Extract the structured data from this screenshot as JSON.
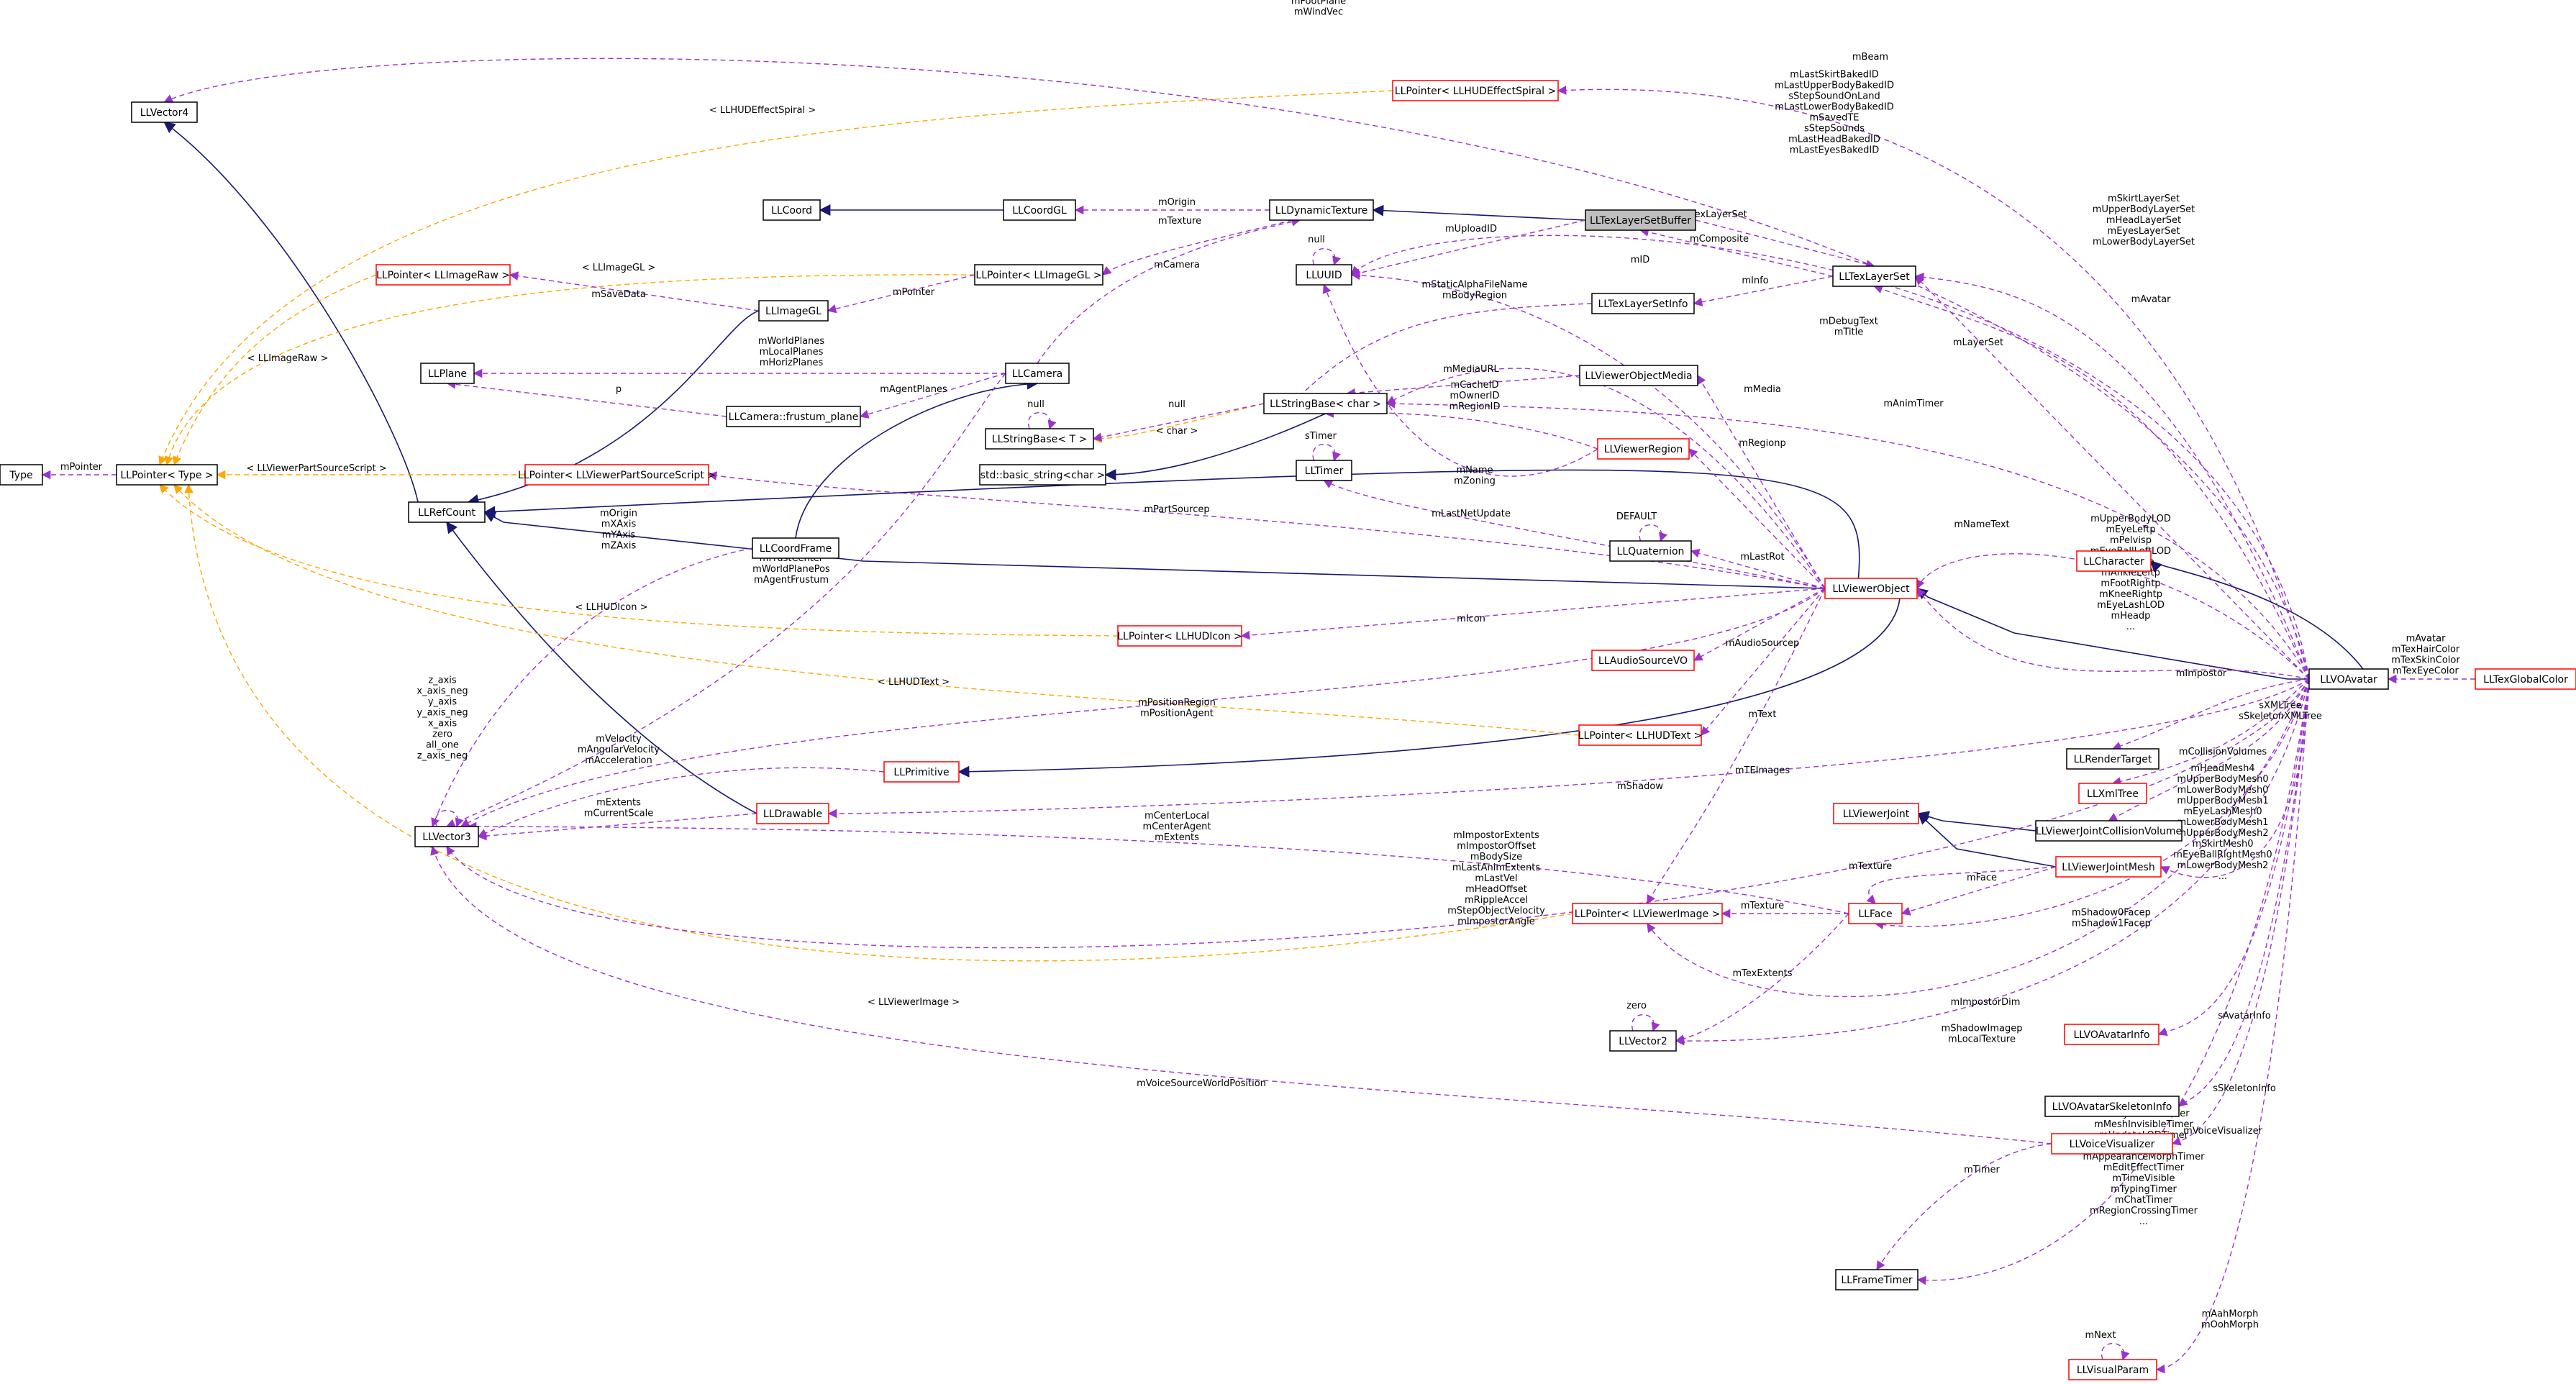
{
  "colors": {
    "inheritance": "#191970",
    "usage": "#9a32cd",
    "template": "#ffa500",
    "documented_border": "#000000",
    "undocumented_border": "#ff0000",
    "highlight_fill": "#bfbfbf"
  },
  "nodes": {
    "LLVector4": "LLVector4",
    "LLPointerHUDEffectSpiral": "LLPointer< LLHUDEffectSpiral >",
    "LLCoord": "LLCoord",
    "LLCoordGL": "LLCoordGL",
    "LLDynamicTexture": "LLDynamicTexture",
    "LLTexLayerSetBuffer": "LLTexLayerSetBuffer",
    "LLUUID": "LLUUID",
    "LLTexLayerSet": "LLTexLayerSet",
    "LLPointerImageGL": "LLPointer< LLImageGL >",
    "LLImageGL": "LLImageGL",
    "LLPointerImageRaw": "LLPointer< LLImageRaw >",
    "LLTexLayerSetInfo": "LLTexLayerSetInfo",
    "LLPlane": "LLPlane",
    "LLCamera": "LLCamera",
    "LLViewerObjectMedia": "LLViewerObjectMedia",
    "LLCameraFrustumPlane": "LLCamera::frustum_plane",
    "LLStringBaseChar": "LLStringBase< char >",
    "LLStringBaseT": "LLStringBase< T >",
    "Type": "Type",
    "LLPointerType": "LLPointer< Type >",
    "LLPointerPartSource": "LLPointer< LLViewerPartSourceScript >",
    "LLViewerRegion": "LLViewerRegion",
    "LLTimer": "LLTimer",
    "StdBasicString": "std::basic_string<char >",
    "LLRefCount": "LLRefCount",
    "LLQuaternion": "LLQuaternion",
    "LLCoordFrame": "LLCoordFrame",
    "LLViewerObject": "LLViewerObject",
    "LLCharacter": "LLCharacter",
    "LLPointerHUDIcon": "LLPointer< LLHUDIcon >",
    "LLAudioSourceVO": "LLAudioSourceVO",
    "LLVOAvatar": "LLVOAvatar",
    "LLTexGlobalColor": "LLTexGlobalColor",
    "LLPointerHUDText": "LLPointer< LLHUDText >",
    "LLRenderTarget": "LLRenderTarget",
    "LLPrimitive": "LLPrimitive",
    "LLXmlTree": "LLXmlTree",
    "LLDrawable": "LLDrawable",
    "LLViewerJoint": "LLViewerJoint",
    "LLVector3": "LLVector3",
    "LLViewerJointCollisionVolume": "LLViewerJointCollisionVolume",
    "LLViewerJointMesh": "LLViewerJointMesh",
    "LLPointerViewerImage": "LLPointer< LLViewerImage >",
    "LLFace": "LLFace",
    "LLVector2": "LLVector2",
    "LLVOAvatarInfo": "LLVOAvatarInfo",
    "LLVOAvatarSkeletonInfo": "LLVOAvatarSkeletonInfo",
    "LLVoiceVisualizer": "LLVoiceVisualizer",
    "LLFrameTimer": "LLFrameTimer",
    "LLVisualParam": "LLVisualParam"
  },
  "edge_labels": {
    "footplane": [
      "mFootPlane",
      "mWindVec"
    ],
    "beam": [
      "mBeam"
    ],
    "hudeffectspiral": [
      "< LLHUDEffectSpiral >"
    ],
    "baked": [
      "mLastSkirtBakedID",
      "mLastUpperBodyBakedID",
      "sStepSoundOnLand",
      "mLastLowerBodyBakedID",
      "mSavedTE",
      "sStepSounds",
      "mLastHeadBakedID",
      "mLastEyesBakedID"
    ],
    "origin": [
      "mOrigin"
    ],
    "texlayerset": [
      "mTexLayerSet"
    ],
    "null_uuid": [
      "null"
    ],
    "uploadid": [
      "mUploadID"
    ],
    "texture": [
      "mTexture"
    ],
    "composite": [
      "mComposite"
    ],
    "layersets": [
      "mSkirtLayerSet",
      "mUpperBodyLayerSet",
      "mHeadLayerSet",
      "mEyesLayerSet",
      "mLowerBodyLayerSet"
    ],
    "imagegl": [
      "< LLImageGL >"
    ],
    "camera": [
      "mCamera"
    ],
    "mid": [
      "mID"
    ],
    "pointer": [
      "mPointer"
    ],
    "info": [
      "mInfo"
    ],
    "avatar_ls": [
      "mAvatar"
    ],
    "savedata": [
      "mSaveData"
    ],
    "staticalpha": [
      "mStaticAlphaFileName",
      "mBodyRegion"
    ],
    "imageraw": [
      "< LLImageRaw >"
    ],
    "worldplanes": [
      "mWorldPlanes",
      "mLocalPlanes",
      "mHorizPlanes"
    ],
    "debugtext": [
      "mDebugText",
      "mTitle"
    ],
    "layerset": [
      "mLayerSet"
    ],
    "mediaurl": [
      "mMediaURL"
    ],
    "media": [
      "mMedia"
    ],
    "null_sb": [
      "null"
    ],
    "null_self": [
      "null"
    ],
    "animtimer": [
      "mAnimTimer"
    ],
    "agentplanes": [
      "mAgentPlanes"
    ],
    "p": [
      "p"
    ],
    "cacheid": [
      "mCacheID",
      "mOwnerID",
      "mRegionID"
    ],
    "char": [
      "< char >"
    ],
    "stimer": [
      "sTimer"
    ],
    "regionp": [
      "mRegionp"
    ],
    "mpointer_type": [
      "mPointer"
    ],
    "partsource": [
      "< LLViewerPartSourceScript >"
    ],
    "name": [
      "mName",
      "mZoning"
    ],
    "nametext": [
      "mNameText"
    ],
    "partsourcep": [
      "mPartSourcep"
    ],
    "default": [
      "DEFAULT"
    ],
    "lastnetupdate": [
      "mLastNetUpdate"
    ],
    "originaxis": [
      "mOrigin",
      "mXAxis",
      "mYAxis",
      "mZAxis"
    ],
    "lastrot": [
      "mLastRot"
    ],
    "frustum": [
      "mFrustCenter",
      "mWorldPlanePos",
      "mAgentFrustum"
    ],
    "hudicon": [
      "< LLHUDIcon >"
    ],
    "lod": [
      "mUpperBodyLOD",
      "mEyeLeftp",
      "mPelvisp",
      "mEyeBallLeftLOD",
      "mScreenp",
      "mAnkleLeftp",
      "mFootRightp",
      "mKneeRightp",
      "mEyeLashLOD",
      "mHeadp",
      "..."
    ],
    "icon": [
      "mIcon"
    ],
    "avatarcolors": [
      "mAvatar",
      "mTexHairColor",
      "mTexSkinColor",
      "mTexEyeColor"
    ],
    "audiosourcep": [
      "mAudioSourcep"
    ],
    "impostor": [
      "mImpostor"
    ],
    "hudtext": [
      "< LLHUDText >"
    ],
    "positionregion": [
      "mPositionRegion",
      "mPositionAgent"
    ],
    "text": [
      "mText"
    ],
    "xmltree": [
      "sXMLTree",
      "sSkeletonXMLTree"
    ],
    "vec3self": [
      "z_axis",
      "x_axis_neg",
      "y_axis",
      "y_axis_neg",
      "x_axis",
      "zero",
      "all_one",
      "z_axis_neg"
    ],
    "velocity": [
      "mVelocity",
      "mAngularVelocity",
      "mAcceleration"
    ],
    "collisionvolumes": [
      "mCollisionVolumes"
    ],
    "teimages": [
      "mTEImages"
    ],
    "shadow": [
      "mShadow"
    ],
    "extents": [
      "mExtents",
      "mCurrentScale"
    ],
    "meshes": [
      "mHeadMesh4",
      "mUpperBodyMesh0",
      "mLowerBodyMesh0",
      "mUpperBodyMesh1",
      "mEyeLashMesh0",
      "mLowerBodyMesh1",
      "mUpperBodyMesh2",
      "mSkirtMesh0",
      "mEyeBallRightMesh0",
      "mLowerBodyMesh2",
      "..."
    ],
    "centerlocal": [
      "mCenterLocal",
      "mCenterAgent",
      "mExtents"
    ],
    "texture_face": [
      "mTexture"
    ],
    "face": [
      "mFace"
    ],
    "impostorextents": [
      "mImpostorExtents",
      "mImpostorOffset",
      "mBodySize",
      "mLastAnimExtents",
      "mLastVel",
      "mHeadOffset",
      "mRippleAccel",
      "mStepObjectVelocity",
      "mImpostorAngle"
    ],
    "texture_img": [
      "mTexture"
    ],
    "shadowfacep": [
      "mShadow0Facep",
      "mShadow1Facep"
    ],
    "viewerimage": [
      "< LLViewerImage >"
    ],
    "texextents": [
      "mTexExtents"
    ],
    "zero2": [
      "zero"
    ],
    "impostordim": [
      "mImpostorDim"
    ],
    "avatarinfo": [
      "sAvatarInfo"
    ],
    "shadowimage": [
      "mShadowImagep",
      "mLocalTexture"
    ],
    "voicepos": [
      "mVoiceSourceWorldPosition"
    ],
    "skeletoninfo": [
      "sSkeletonInfo"
    ],
    "voicevis": [
      "mVoiceVisualizer"
    ],
    "timer": [
      "mTimer"
    ],
    "frametimers": [
      "mFullyLoadedTimer",
      "mMeshInvisibleTimer",
      "mUpdateLODTimer",
      "mTimeInAir",
      "mAppearanceMorphTimer",
      "mEditEffectTimer",
      "mTimeVisible",
      "mTypingTimer",
      "mChatTimer",
      "mRegionCrossingTimer",
      "..."
    ],
    "next": [
      "mNext"
    ],
    "morph": [
      "mAahMorph",
      "mOohMorph"
    ]
  }
}
